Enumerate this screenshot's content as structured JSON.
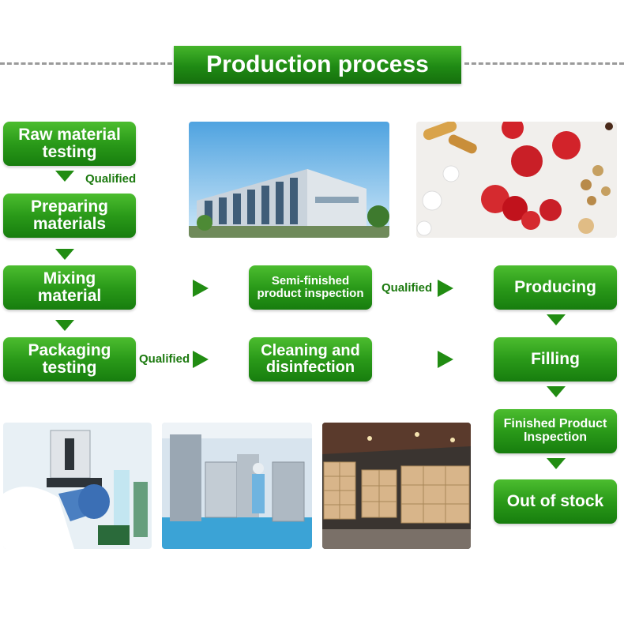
{
  "title": "Production process",
  "qualified_label": "Qualified",
  "steps": {
    "raw_material": "Raw material\ntesting",
    "preparing": "Preparing\nmaterials",
    "mixing": "Mixing\nmaterial",
    "packaging_testing": "Packaging\ntesting",
    "semi_finished": "Semi-finished\nproduct inspection",
    "cleaning": "Cleaning and\ndisinfection",
    "producing": "Producing",
    "filling": "Filling",
    "finished_inspection": "Finished Product\nInspection",
    "out_of_stock": "Out of stock"
  },
  "colors": {
    "accent_green": "#218c12",
    "box_green_light": "#4cbd2f",
    "box_green_dark": "#177d0e"
  }
}
